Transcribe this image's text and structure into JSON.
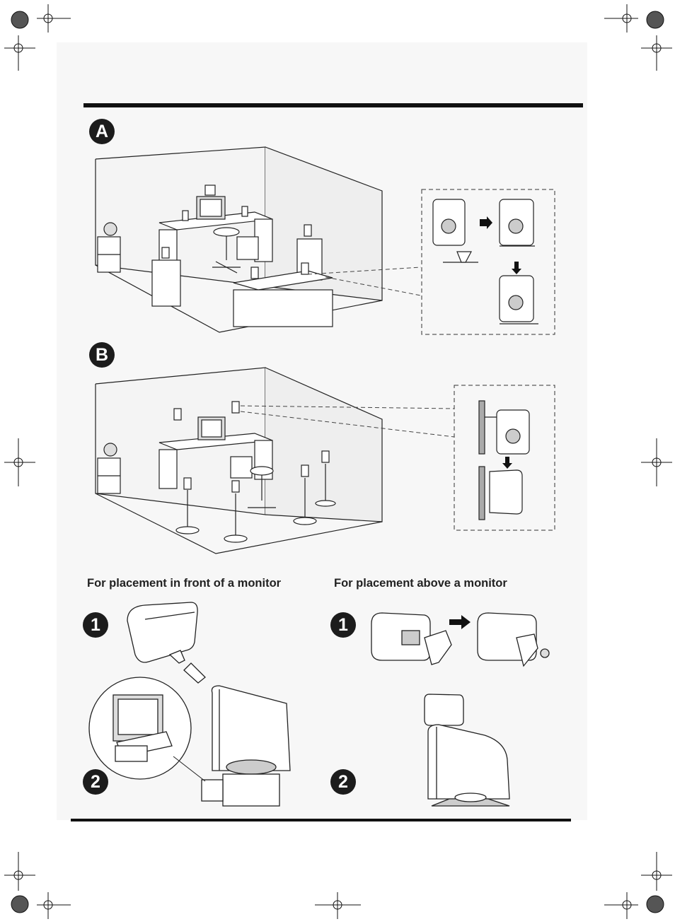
{
  "sections": {
    "a": {
      "badge": "A"
    },
    "b": {
      "badge": "B"
    }
  },
  "placement": {
    "front": {
      "caption": "For placement in front of a monitor",
      "step1": "1",
      "step2": "2"
    },
    "above": {
      "caption": "For placement above a monitor",
      "step1": "1",
      "step2": "2"
    }
  }
}
